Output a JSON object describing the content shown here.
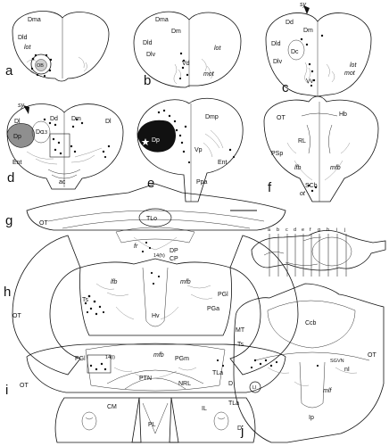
{
  "panels": {
    "a": {
      "letter": "a",
      "labels": {
        "dma": "Dma",
        "dld": "Dld",
        "lot": "lot",
        "ob": "OB"
      }
    },
    "b": {
      "letter": "b",
      "labels": {
        "dma": "Dma",
        "dm": "Dm",
        "dld": "Dld",
        "dlv": "Dlv",
        "vd": "Vd",
        "lot": "lot",
        "mot": "mot"
      }
    },
    "c": {
      "letter": "c",
      "labels": {
        "sy": "sy",
        "dd": "Dd",
        "dm": "Dm",
        "dld": "Dld",
        "dc": "Dc",
        "dlv": "Dlv",
        "vv": "Vv",
        "lot": "lot",
        "mot": "mot"
      }
    },
    "d": {
      "letter": "d",
      "labels": {
        "sy": "sy",
        "dd": "Dd",
        "dm": "Dm",
        "dl_left": "Dl",
        "dl_right": "Dl",
        "dc": "Dc",
        "dp": "Dp",
        "ref13": "13",
        "ent": "Ent",
        "ac": "ac"
      }
    },
    "e": {
      "letter": "e",
      "labels": {
        "dmp": "Dmp",
        "dp": "Dp",
        "vp": "Vp",
        "ent": "Ent",
        "ppa": "Ppa"
      }
    },
    "f": {
      "letter": "f",
      "labels": {
        "ot": "OT",
        "hb": "Hb",
        "rl": "RL",
        "psp": "PSp",
        "lfb": "lfb",
        "mfb": "mfb",
        "sch": "SCh",
        "oc": "ot"
      }
    },
    "g": {
      "letter": "g",
      "labels": {
        "ot": "OT",
        "tlo": "TLo",
        "fr": "fr",
        "ref14h": "14(h)",
        "dp": "DP",
        "cp": "CP"
      }
    },
    "h": {
      "letter": "h",
      "labels": {
        "ot": "OT",
        "ts": "Ts",
        "lfb": "lfb",
        "mfb": "mfb",
        "pgl": "PGl",
        "pga": "PGa",
        "hv": "Hv",
        "mt": "MT"
      }
    },
    "i": {
      "letter": "i",
      "labels": {
        "ot": "OT",
        "pgl": "PGl",
        "ref14i": "14(i)",
        "mfb": "mfb",
        "pgm": "PGm",
        "ptn": "PTN",
        "nrl": "NRL",
        "tla": "TLa",
        "d": "D",
        "cm": "CM",
        "il": "IL",
        "pl": "PL",
        "tla2": "TLa",
        "d2": "D"
      }
    },
    "j": {
      "letter": "j",
      "labels": {
        "ccb": "Ccb",
        "ts": "Ts",
        "sgvn": "SGVN",
        "ni": "nI",
        "ot": "OT",
        "li": "LI",
        "mlf": "mlf",
        "ip": "Ip"
      }
    }
  },
  "inset": {
    "slice_letters": [
      "a",
      "b",
      "c",
      "d",
      "e",
      "f",
      "g",
      "h",
      "i",
      "j"
    ]
  }
}
